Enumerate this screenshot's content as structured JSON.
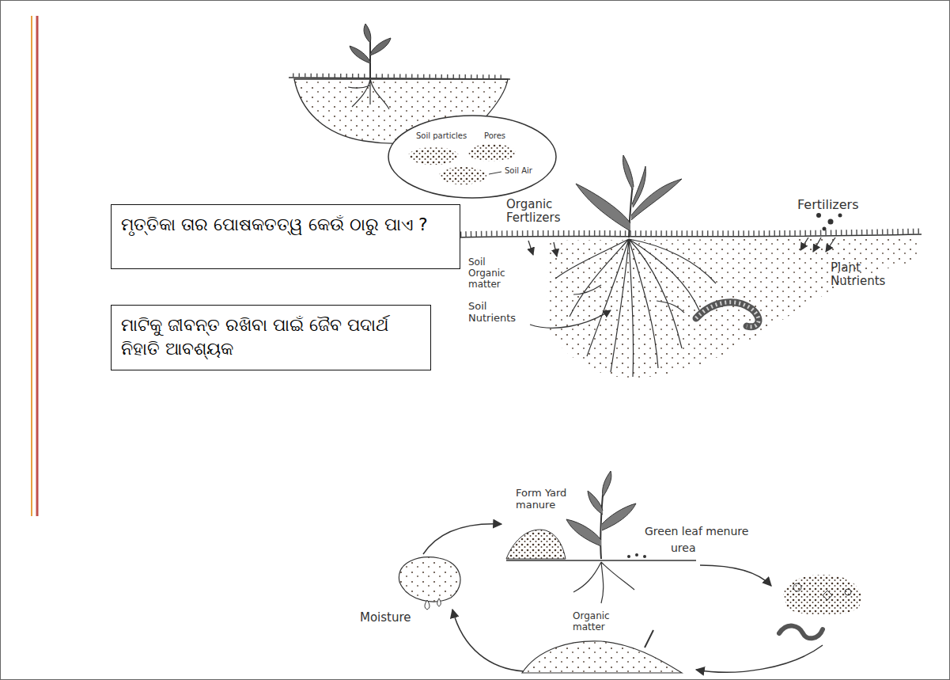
{
  "diagram": {
    "nodes": [
      {
        "text": [
          "ମୃତ୍ତିକା ତାର ପୋଷକତତ୍ୱ କେଉଁ ଠାରୁ ପାଏ ?"
        ]
      },
      {
        "text": [
          "ମାଟିକୁ ଜୀବନ୍ତ ରଖିବା ପାଇଁ ଜୈବ ପଦାର୍ଥ ନିହାତି ଆବଶ୍ୟକ"
        ]
      }
    ],
    "labels": [
      "Soil particles",
      "Pores",
      "Soil Air",
      "Organic Fertlizers",
      "Fertilizers",
      "Soil Organic matter",
      "Soil Nutrients",
      "Plant Nutrients",
      "Form Yard manure",
      "Green leaf menure",
      "urea",
      "Moisture",
      "Organic matter"
    ]
  }
}
